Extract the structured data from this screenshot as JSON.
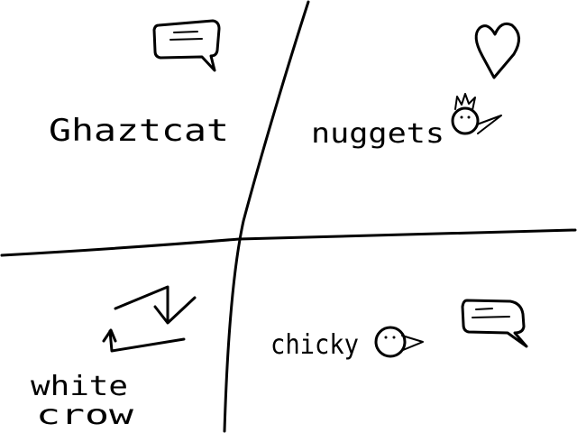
{
  "canvas": {
    "background": "#ffffff",
    "ink_color": "#000000"
  },
  "quadrants": {
    "top_left": {
      "label": "Ghaztcat",
      "icon": "speech-bubble-icon"
    },
    "top_right": {
      "label": "nuggets",
      "icons": [
        "heart-icon",
        "bird-with-crest-icon"
      ]
    },
    "bottom_left": {
      "label_line1": "white",
      "label_line2": "crow",
      "icon": "swap-arrows-icon"
    },
    "bottom_right": {
      "label": "chicky",
      "icons": [
        "bird-icon",
        "speech-bubble-icon"
      ]
    }
  }
}
